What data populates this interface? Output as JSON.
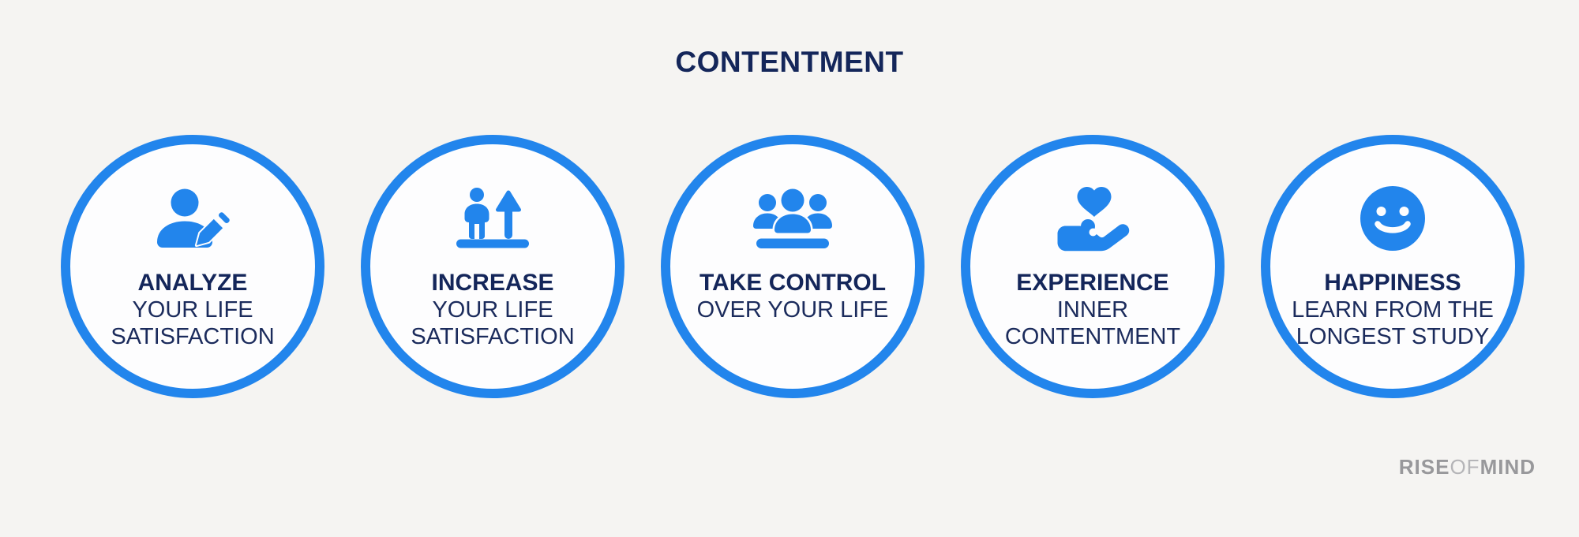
{
  "title": "CONTENTMENT",
  "colors": {
    "background": "#f5f4f2",
    "accent_blue": "#2285ec",
    "navy_text": "#14265a",
    "circle_fill": "#fdfdfe",
    "watermark_dark_gray": "#98989b",
    "watermark_light_gray": "#b5b5b8"
  },
  "steps": [
    {
      "icon": "person-writing-icon",
      "heading": "ANALYZE",
      "lines": [
        "YOUR LIFE",
        "SATISFACTION"
      ]
    },
    {
      "icon": "person-growth-arrow-icon",
      "heading": "INCREASE",
      "lines": [
        "YOUR LIFE",
        "SATISFACTION"
      ]
    },
    {
      "icon": "people-group-icon",
      "heading": "TAKE CONTROL",
      "lines": [
        "OVER YOUR LIFE"
      ]
    },
    {
      "icon": "hand-holding-heart-icon",
      "heading": "EXPERIENCE",
      "lines": [
        "INNER",
        "CONTENTMENT"
      ]
    },
    {
      "icon": "smiley-face-icon",
      "heading": "HAPPINESS",
      "lines": [
        "LEARN FROM THE",
        "LONGEST STUDY"
      ]
    }
  ],
  "watermark": {
    "rise": "RISE",
    "of": "OF",
    "mind": "MIND"
  }
}
